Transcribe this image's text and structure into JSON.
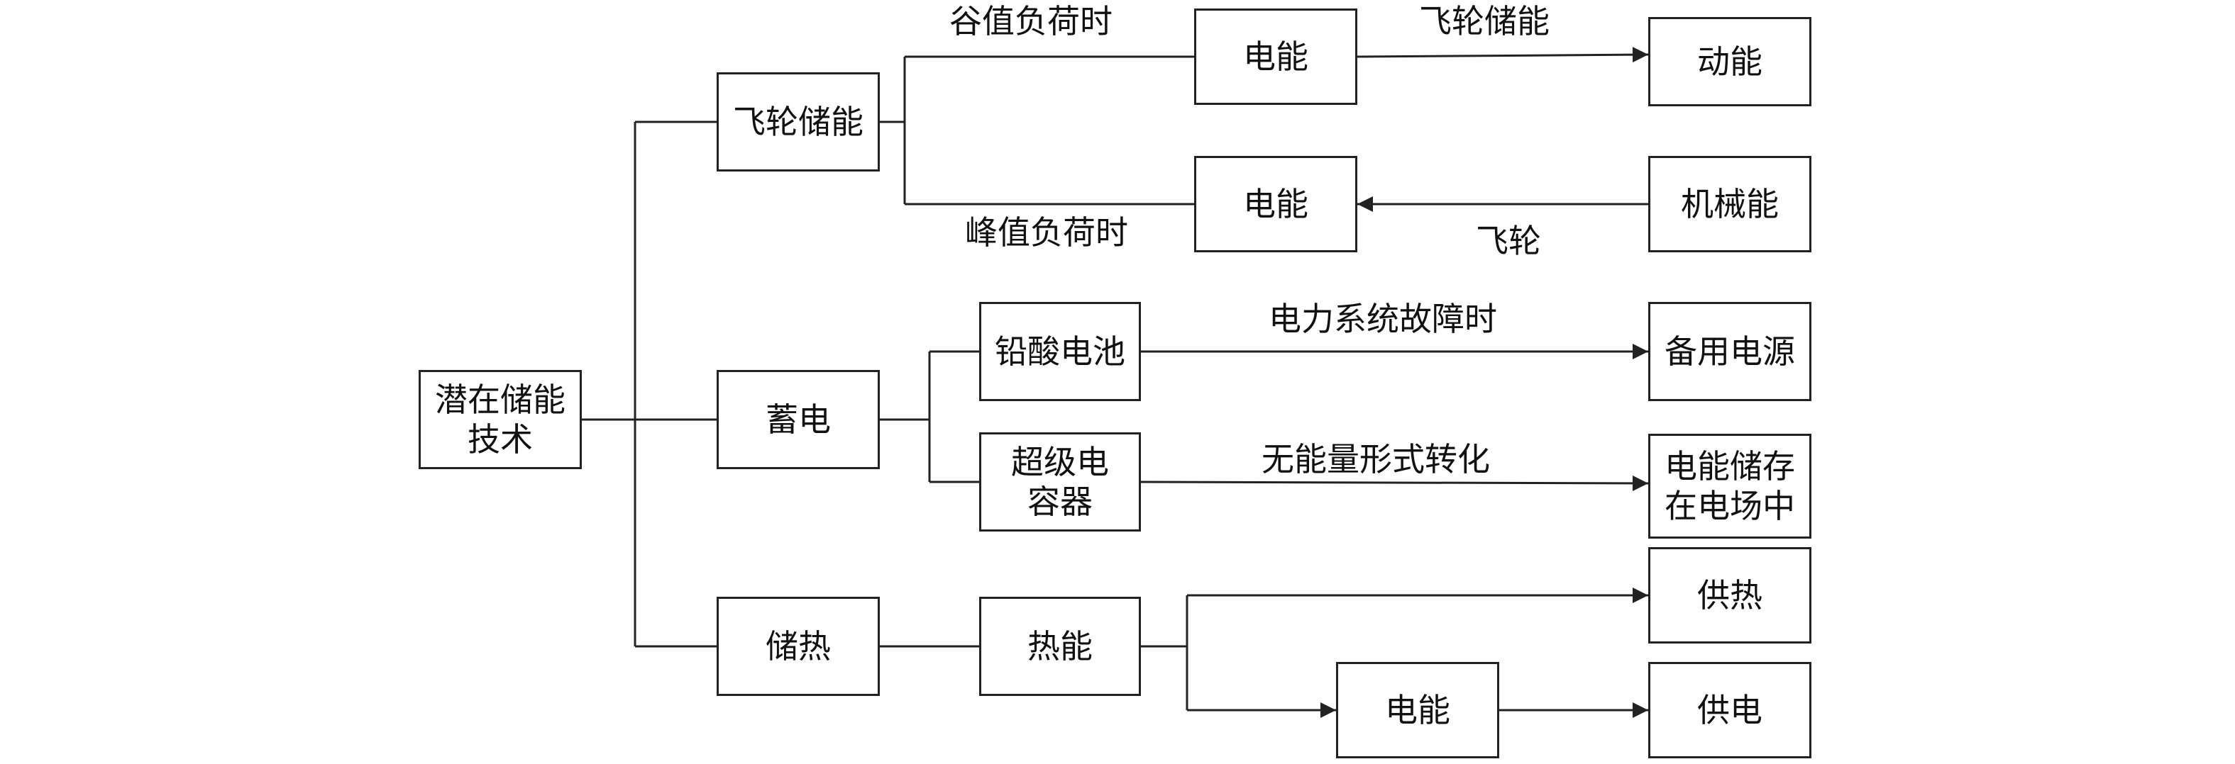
{
  "diagram": {
    "colors": {
      "line": "#222222",
      "text": "#111111",
      "background": "#ffffff"
    },
    "nodes": {
      "root": "潜在储能\n技术",
      "flywheel": "飞轮储能",
      "battery": "蓄电",
      "heat_storage": "储热",
      "electric_top": "电能",
      "electric_mid": "电能",
      "kinetic": "动能",
      "mechanical": "机械能",
      "lead_acid": "铅酸电池",
      "supercap": "超级电\n容器",
      "backup_power": "备用电源",
      "field_storage": "电能储存\n在电场中",
      "thermal": "热能",
      "heat_supply": "供热",
      "electric_bottom": "电能",
      "power_supply": "供电"
    },
    "labels": {
      "valley_load": "谷值负荷时",
      "peak_load": "峰值负荷时",
      "flywheel_storage": "飞轮储能",
      "flywheel": "飞轮",
      "fault": "电力系统故障时",
      "no_conversion": "无能量形式转化"
    }
  }
}
